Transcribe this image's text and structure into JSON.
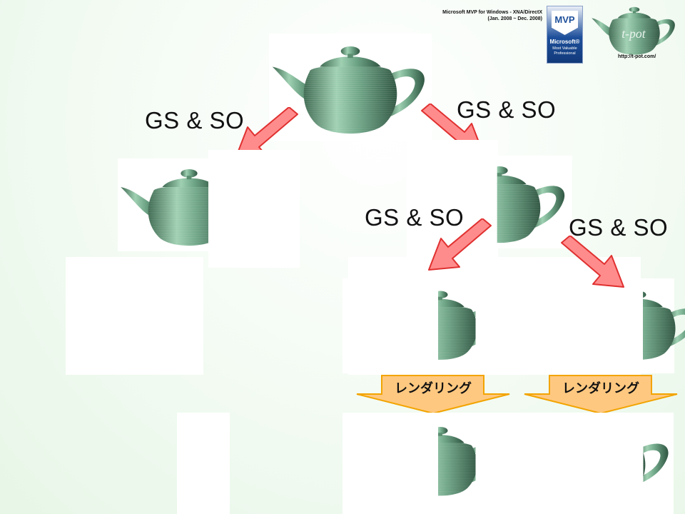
{
  "header": {
    "mvp_line1": "Microsoft MVP for Windows - XNA/DirectX",
    "mvp_line2": "(Jan. 2008 ~ Dec. 2008)",
    "badge_mvp": "MVP",
    "badge_microsoft": "Microsoft®",
    "badge_line1": "Most Valuable",
    "badge_line2": "Professional",
    "logo_text": "t-pot",
    "site_url": "http://t-pot.com/"
  },
  "labels": {
    "gs_so": "GS & SO",
    "rendering": "レンダリング"
  },
  "colors": {
    "arrow_fill": "#ff8c8c",
    "arrow_stroke": "#e03030",
    "banner_fill": "#ffc880",
    "banner_stroke": "#f2a400",
    "teapot": "#5f9a78"
  }
}
